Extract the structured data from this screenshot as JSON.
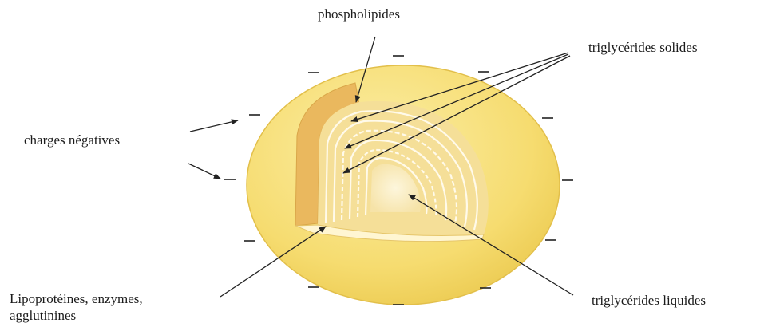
{
  "labels": {
    "phospholipides": "phospholipides",
    "triglycerides_solides": "triglycérides solides",
    "charges_negatives": "charges négatives",
    "lipoproteines_line1": "Lipoprotéines, enzymes,",
    "lipoproteines_line2": "agglutinines",
    "triglycerides_liquides": "triglycérides liquides"
  },
  "charge_symbol": "—",
  "colors": {
    "globule_fill": "#f6dd74",
    "globule_edge": "#e9c54a",
    "membrane": "#eec066",
    "layers_bg": "#f8e6a6",
    "layer_line": "#fffbea",
    "core": "#faeec8",
    "arrow": "#222222"
  }
}
